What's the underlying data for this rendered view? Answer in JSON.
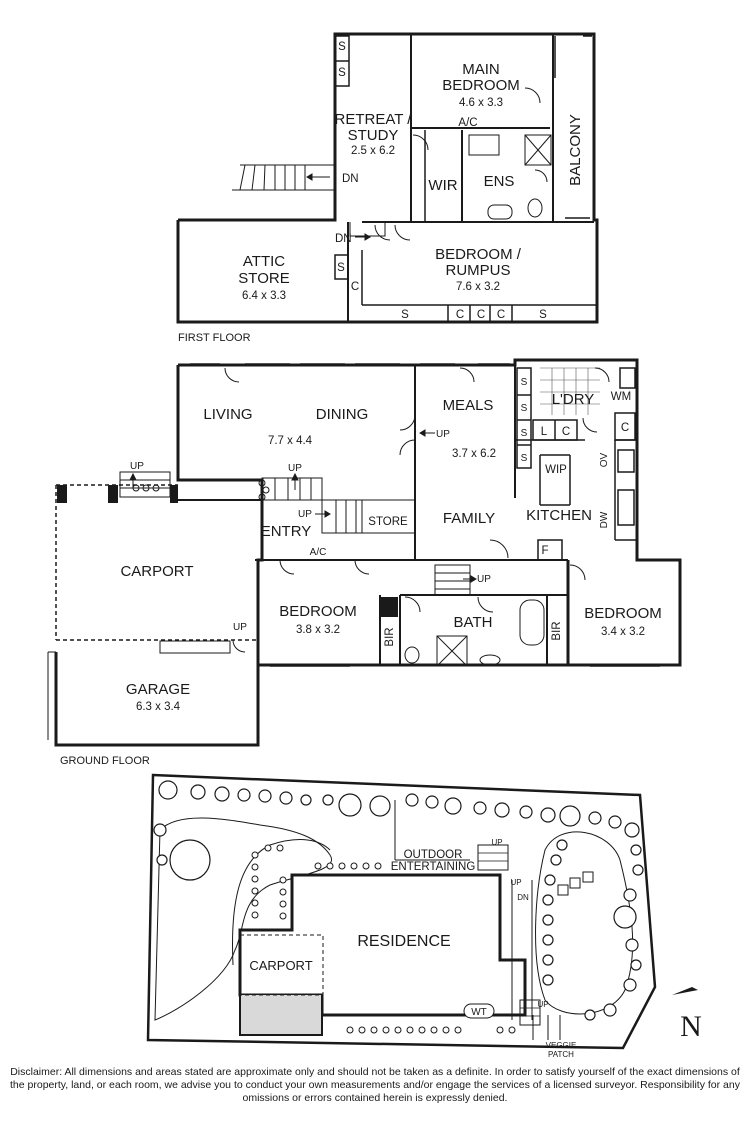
{
  "first_floor": {
    "label": "FIRST FLOOR",
    "rooms": {
      "main_bedroom": {
        "name_line1": "MAIN",
        "name_line2": "BEDROOM",
        "dims": "4.6 x 3.3"
      },
      "retreat": {
        "name_line1": "RETREAT /",
        "name_line2": "STUDY",
        "dims": "2.5 x 6.2"
      },
      "balcony": {
        "name": "BALCONY"
      },
      "wir": {
        "name": "WIR"
      },
      "ens": {
        "name": "ENS"
      },
      "attic": {
        "name_line1": "ATTIC",
        "name_line2": "STORE",
        "dims": "6.4 x 3.3"
      },
      "bedroom_rumpus": {
        "name_line1": "BEDROOM /",
        "name_line2": "RUMPUS",
        "dims": "7.6 x 3.2"
      }
    },
    "labels": {
      "ac": "A/C",
      "dn": "DN",
      "s": "S",
      "c": "C"
    }
  },
  "ground_floor": {
    "label": "GROUND FLOOR",
    "rooms": {
      "living": {
        "name": "LIVING"
      },
      "dining": {
        "name": "DINING",
        "dims": "7.7 x 4.4"
      },
      "meals": {
        "name": "MEALS",
        "dims": "3.7 x 6.2"
      },
      "laundry": {
        "name": "L'DRY"
      },
      "wm": {
        "name": "WM"
      },
      "wip": {
        "name": "WIP"
      },
      "kitchen": {
        "name": "KITCHEN"
      },
      "family": {
        "name": "FAMILY"
      },
      "entry": {
        "name": "ENTRY"
      },
      "store": {
        "name": "STORE"
      },
      "carport": {
        "name": "CARPORT"
      },
      "garage": {
        "name": "GARAGE",
        "dims": "6.3 x 3.4"
      },
      "bedroom_left": {
        "name": "BEDROOM",
        "dims": "3.8 x 3.2"
      },
      "bath": {
        "name": "BATH"
      },
      "bedroom_right": {
        "name": "BEDROOM",
        "dims": "3.4 x 3.2"
      },
      "bir": {
        "name": "BIR"
      }
    },
    "labels": {
      "ac": "A/C",
      "up": "UP",
      "ov": "OV",
      "dw": "DW",
      "f": "F",
      "l": "L",
      "c": "C",
      "s": "S"
    }
  },
  "site_plan": {
    "residence": "RESIDENCE",
    "carport": "CARPORT",
    "outdoor_line1": "OUTDOOR",
    "outdoor_line2": "ENTERTAINING",
    "wt": "WT",
    "veggie_line1": "VEGGIE",
    "veggie_line2": "PATCH",
    "up": "UP",
    "dn": "DN",
    "north": "N"
  },
  "disclaimer": "Disclaimer: All dimensions and areas stated are approximate only and should not be taken as a definite. In order to satisfy yourself of the exact dimensions of the property, land, or each room, we advise you to conduct your own measurements and/or engage the services of a licensed surveyor. Responsibility for any omissions or errors contained herein is expressly denied."
}
